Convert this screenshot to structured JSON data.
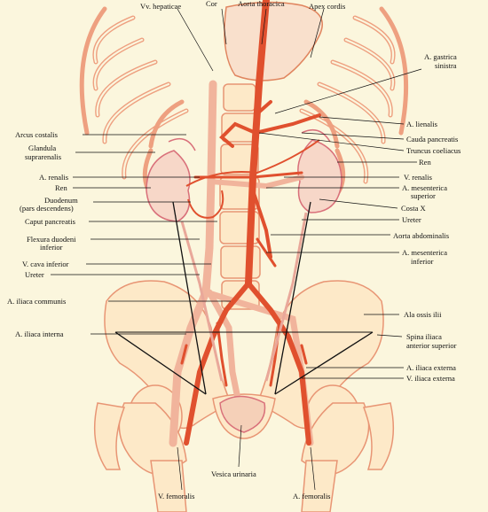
{
  "labels": {
    "vv_hepaticae": "Vv. hepaticae",
    "cor": "Cor",
    "aorta_thoracica": "Aorta thoracica",
    "apex_cordis": "Apex cordis",
    "a_gastrica_sinistra_1": "A. gastrica",
    "a_gastrica_sinistra_2": "sinistra",
    "a_lienalis": "A. lienalis",
    "arcus_costalis": "Arcus costalis",
    "glandula_1": "Glandula",
    "glandula_2": "suprarenalis",
    "cauda_pancreatis": "Cauda pancreatis",
    "truncus_coeliacus": "Truncus coeliacus",
    "ren_right": "Ren",
    "a_renalis": "A. renalis",
    "v_renalis": "V. renalis",
    "ren_left": "Ren",
    "a_mes_sup_1": "A. mesenterica",
    "a_mes_sup_2": "superior",
    "duodenum_1": "Duodenum",
    "duodenum_2": "(pars descendens)",
    "costa_x": "Costa X",
    "caput_pancreatis": "Caput pancreatis",
    "ureter_right": "Ureter",
    "flexura_1": "Flexura duodeni",
    "flexura_2": "inferior",
    "aorta_abdominalis": "Aorta abdominalis",
    "a_mes_inf_1": "A. mesenterica",
    "a_mes_inf_2": "inferior",
    "v_cava_inferior": "V. cava inferior",
    "ureter_left": "Ureter",
    "a_iliaca_communis": "A. iliaca communis",
    "ala_ossis_ilii": "Ala ossis ilii",
    "a_iliaca_interna": "A. iliaca interna",
    "spina_1": "Spina iliaca",
    "spina_2": "anterior superior",
    "a_iliaca_externa": "A. iliaca externa",
    "v_iliaca_externa": "V. iliaca externa",
    "vesica_urinaria": "Vesica urinaria",
    "v_femoralis": "V. femoralis",
    "a_femoralis": "A. femoralis"
  },
  "colors": {
    "background": "#fbf6dd",
    "bone_outline": "#e89574",
    "artery": "#e0502e",
    "vein": "#f1b49c",
    "kidney_outline": "#d9707a"
  }
}
